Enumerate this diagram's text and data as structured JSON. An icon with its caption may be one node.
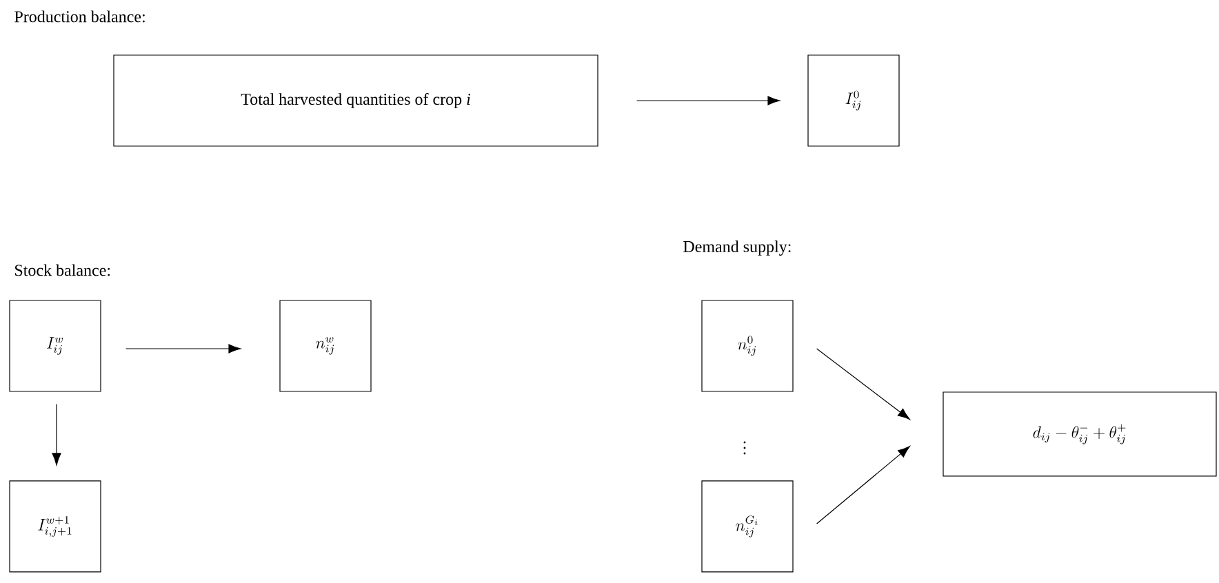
{
  "diagram": {
    "nodes": [
      {
        "text": [
          "Total harvested quantities of crop *i*"
        ]
      },
      {
        "text": [
          "I_{ij}^{0}"
        ]
      },
      {
        "text": [
          "I_{ij}^{w}"
        ]
      },
      {
        "text": [
          "n_{ij}^{w}"
        ]
      },
      {
        "text": [
          "I_{i,j+1}^{w+1}"
        ]
      },
      {
        "text": [
          "n_{ij}^{0}"
        ]
      },
      {
        "text": [
          "n_{ij}^{G_i}"
        ]
      },
      {
        "text": [
          "d_{ij}-\\theta_{ij}^{-}+\\theta_{ij}^{+}"
        ]
      }
    ],
    "edges": [
      {
        "from": 0,
        "to": 1,
        "arrow": "to"
      },
      {
        "from": 2,
        "to": 3,
        "arrow": "to"
      },
      {
        "from": 2,
        "to": 4,
        "arrow": "to"
      },
      {
        "from": 5,
        "to": 7,
        "arrow": "to"
      },
      {
        "from": 6,
        "to": 7,
        "arrow": "to"
      }
    ],
    "labels": [
      "Production balance:",
      "Stock balance:",
      "Demand supply:",
      "\\vdots"
    ]
  }
}
